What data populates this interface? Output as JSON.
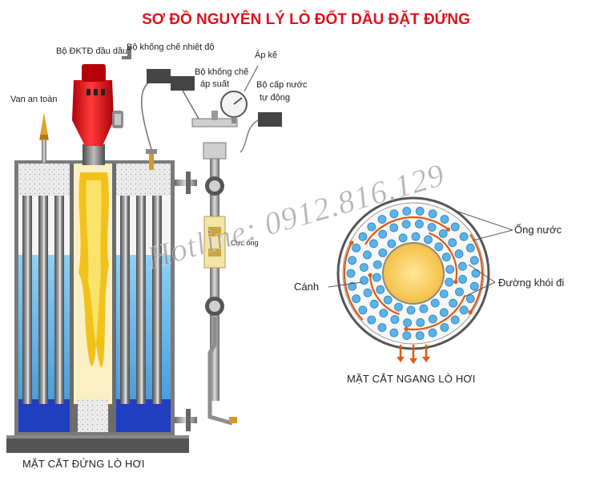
{
  "title": "SƠ ĐỒ NGUYÊN LÝ  LÒ ĐỐT DẦU ĐẶT ĐỨNG",
  "labels": {
    "burner_ctrl": "Bộ ĐKTĐ đầu dầu",
    "temp_ctrl": "Bộ khống chế nhiệt độ",
    "pressure_gauge": "Áp kế",
    "pressure_ctrl_1": "Bộ khống chế",
    "pressure_ctrl_2": "áp suất",
    "auto_water_1": "Bộ cấp nước",
    "auto_water_2": "tự động",
    "safety_valve": "Van an toàn",
    "water_gauge": "Cực ống",
    "water_tube": "Ống nước",
    "fin": "Cánh",
    "flue": "Đường khói đi",
    "cross_section": "MẶT CẮT NGANG LÒ HƠI",
    "vertical_section": "MẶT CẮT ĐỨNG LÒ HƠI"
  },
  "watermark": "Hotline: 0912.816.129",
  "colors": {
    "title": "#e0121b",
    "burner": "#e8141c",
    "water": "#4aa8e6",
    "water_deep": "#1f3fc0",
    "insulation": "#e6e6e6",
    "flame": "#f2c21c",
    "flue_arrow": "#e05a10",
    "tube": "#5ab4e8"
  }
}
